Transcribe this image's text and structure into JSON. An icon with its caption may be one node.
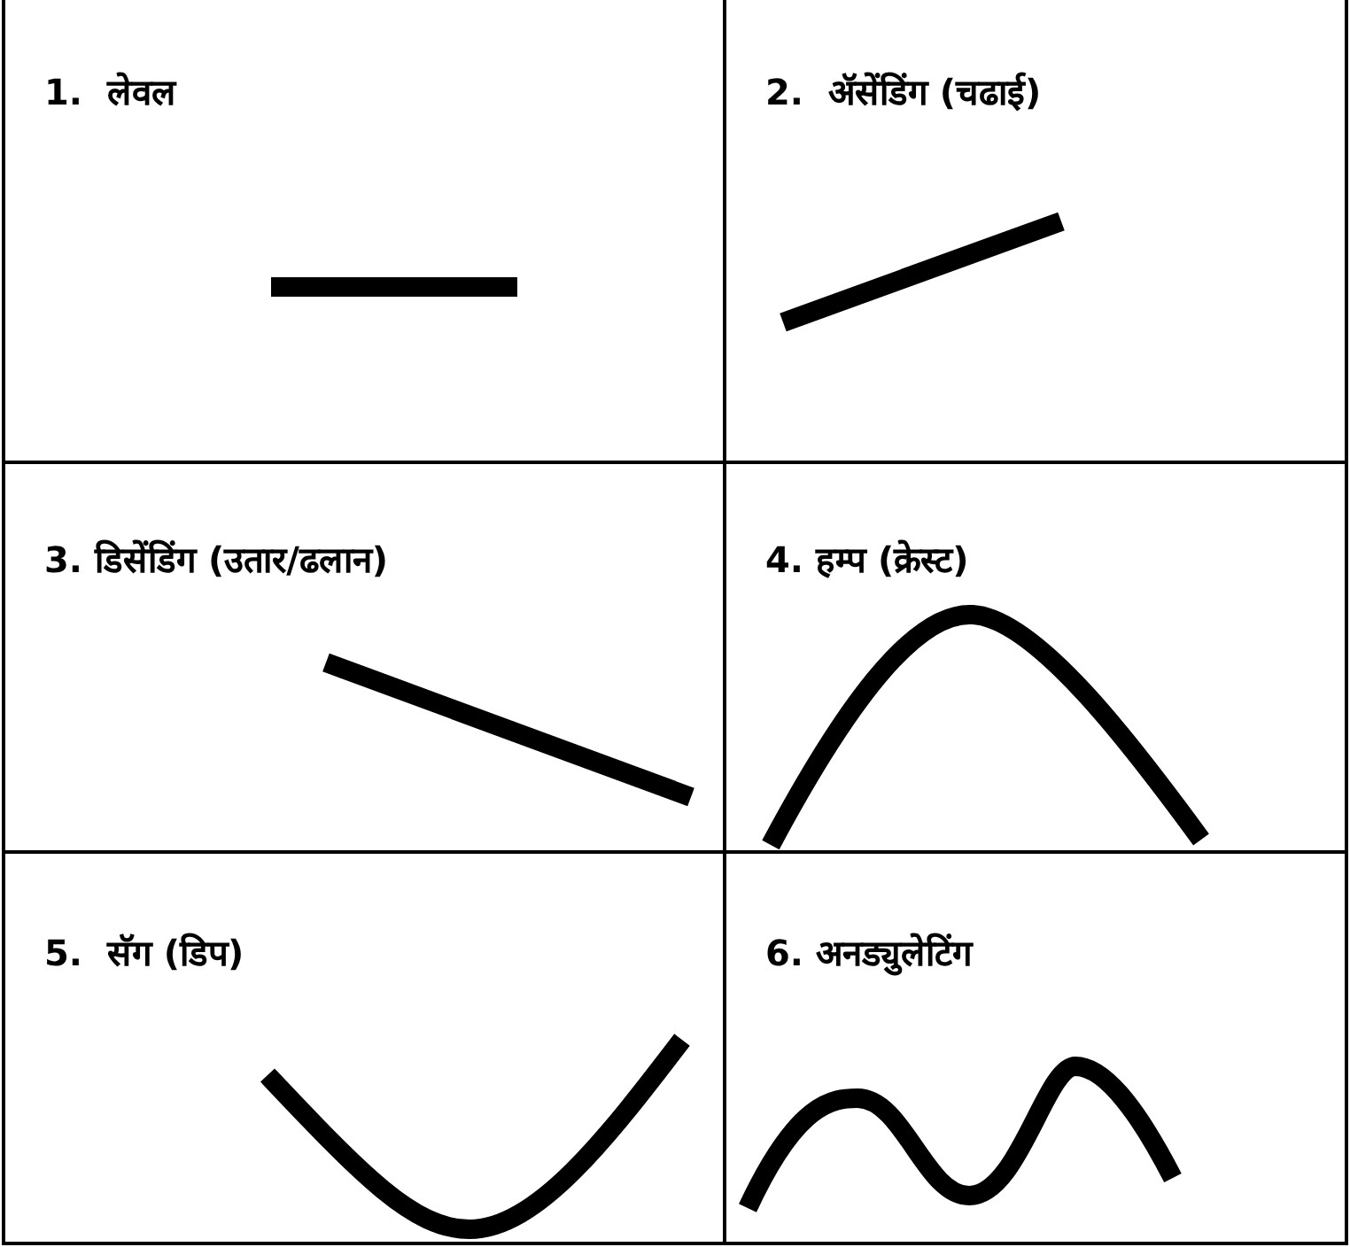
{
  "diagram": {
    "nodes": [
      {
        "text": [
          "1.  लेवल"
        ]
      },
      {
        "text": [
          "2.  ॲसेंडिंग (चढाई)"
        ]
      },
      {
        "text": [
          "3. डिसेंडिंग (उतार/ढलान)"
        ]
      },
      {
        "text": [
          "4. हम्प (क्रेस्ट)"
        ]
      },
      {
        "text": [
          "5.  सॅग (डिप)"
        ]
      },
      {
        "text": [
          "6. अनड्युलेटिंग"
        ]
      }
    ]
  }
}
